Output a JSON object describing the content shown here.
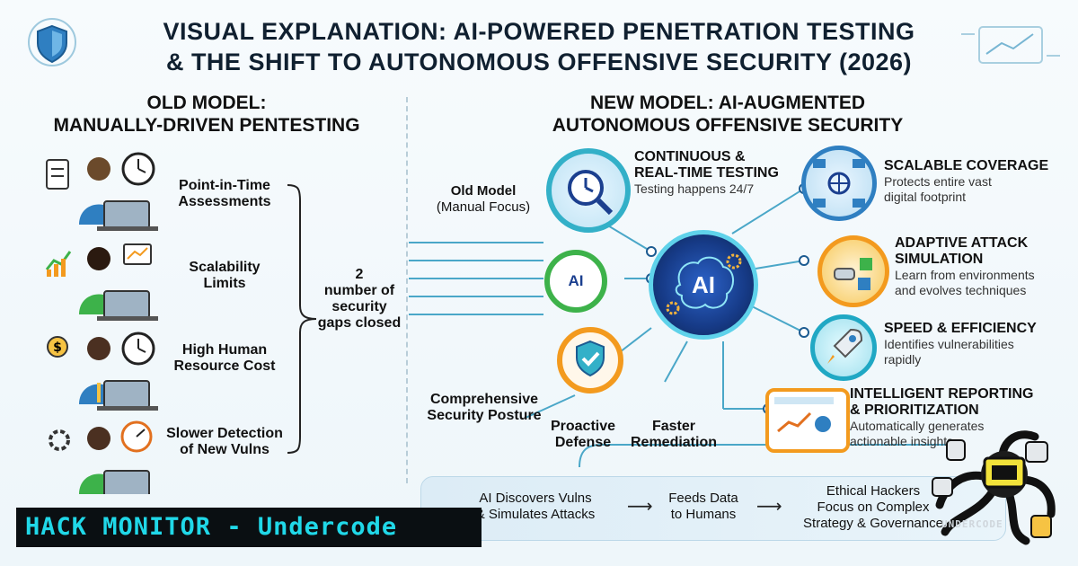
{
  "title": {
    "line1": "VISUAL EXPLANATION: AI-POWERED PENETRATION TESTING",
    "line2": "& THE SHIFT TO AUTONOMOUS OFFENSIVE SECURITY (2026)"
  },
  "old_model": {
    "heading1": "OLD MODEL:",
    "heading2": "MANUALLY-DRIVEN PENTESTING",
    "items": [
      {
        "l1": "Point-in-Time",
        "l2": "Assessments"
      },
      {
        "l1": "Scalability",
        "l2": "Limits"
      },
      {
        "l1": "High Human",
        "l2": "Resource Cost"
      },
      {
        "l1": "Slower Detection",
        "l2": "of New Vulns"
      }
    ],
    "summary": {
      "l1": "2",
      "l2": "number of",
      "l3": "security",
      "l4": "gaps closed"
    }
  },
  "new_model": {
    "heading1": "NEW MODEL: AI-AUGMENTED",
    "heading2": "AUTONOMOUS OFFENSIVE SECURITY",
    "old_ref": {
      "l1": "Old Model",
      "l2": "(Manual Focus)"
    },
    "hub_label": "AI",
    "node_ai_label": "AI",
    "features": [
      {
        "t1": "CONTINUOUS &",
        "t2": "REAL-TIME TESTING",
        "d1": "Testing happens 24/7",
        "d2": ""
      },
      {
        "t1": "SCALABLE COVERAGE",
        "t2": "",
        "d1": "Protects entire vast",
        "d2": "digital footprint"
      },
      {
        "t1": "ADAPTIVE ATTACK",
        "t2": "SIMULATION",
        "d1": "Learn from environments",
        "d2": "and evolves techniques"
      },
      {
        "t1": "SPEED & EFFICIENCY",
        "t2": "",
        "d1": "Identifies vulnerabilities",
        "d2": "rapidly"
      },
      {
        "t1": "INTELLIGENT REPORTING",
        "t2": "& PRIORITIZATION",
        "d1": "Automatically generates",
        "d2": "actionable insights"
      }
    ],
    "outcomes": [
      {
        "l1": "Comprehensive",
        "l2": "Security Posture"
      },
      {
        "l1": "Proactive",
        "l2": "Defense"
      },
      {
        "l1": "Faster",
        "l2": "Remediation"
      }
    ]
  },
  "flow": [
    {
      "l1": "AI Discovers Vulns",
      "l2": "& Simulates Attacks"
    },
    {
      "l1": "Feeds Data",
      "l2": "to Humans"
    },
    {
      "l1": "Ethical Hackers",
      "l2": "Focus on Complex",
      "l3": "Strategy & Governance"
    }
  ],
  "banner": "HACK MONITOR - Undercode",
  "logo_text": "UNDERCODE",
  "colors": {
    "accent_cyan": "#20d8e8",
    "hub_blue": "#1b3f8f",
    "shield_orange": "#f39a1e",
    "green": "#3db24a"
  }
}
